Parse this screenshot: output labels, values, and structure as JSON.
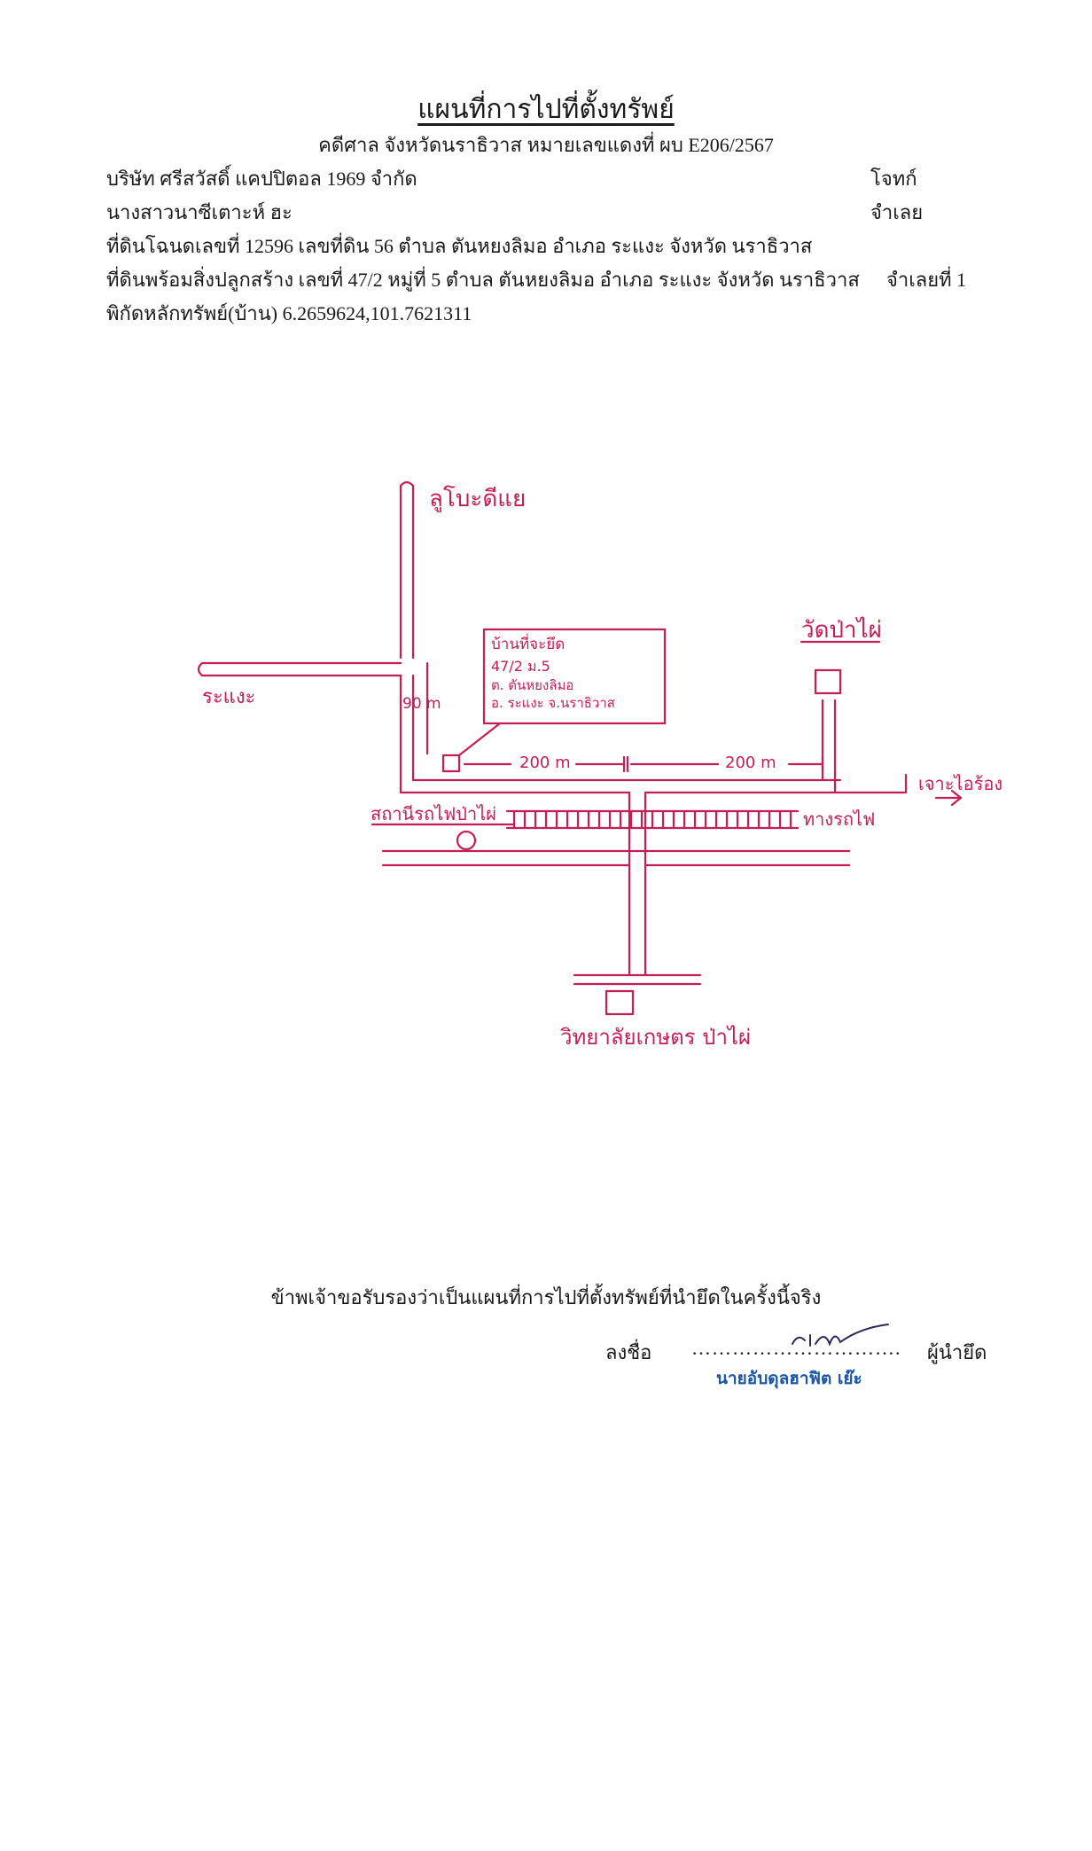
{
  "header": {
    "title": "แผนที่การไปที่ตั้งทรัพย์",
    "subtitle": "คดีศาล จังหวัดนราธิวาส  หมายเลขแดงที่  ผบ E206/2567"
  },
  "parties": {
    "plaintiff_name": "บริษัท  ศรีสวัสดิ์ แคปปิตอล 1969 จำกัด",
    "plaintiff_role": "โจทก์",
    "defendant_name": "นางสาวนาซีเตาะห์ ฮะ",
    "defendant_role": "จำเลย"
  },
  "property": {
    "land_title": "ที่ดินโฉนดเลขที่  12596  เลขที่ดิน 56  ตำบล ตันหยงลิมอ อำเภอ ระแงะ   จังหวัด นราธิวาส",
    "land_with_building": "ที่ดินพร้อมสิ่งปลูกสร้าง เลขที่ 47/2 หมู่ที่ 5  ตำบล ตันหยงลิมอ อำเภอ ระแงะ   จังหวัด นราธิวาส",
    "defendant_number": "จำเลยที่ 1",
    "coordinates": "พิกัดหลักทรัพย์(บ้าน) 6.2659624,101.7621311"
  },
  "map": {
    "label_north": "ลูโบะดีแย",
    "label_west": "ระแงะ",
    "label_temple": "วัดป่าไผ่",
    "label_east": "เจาะไอร้อง",
    "label_station": "สถานีรถไฟป่าไผ่",
    "label_railway": "ทางรถไฟ",
    "label_college": "วิทยาลัยเกษตร ป่าไผ่",
    "distance_vertical": "90 m",
    "distance_1": "200 m",
    "distance_2": "200 m",
    "box_line1": "บ้านที่จะยึด",
    "box_line2": "47/2   ม.5",
    "box_line3": "ต. ตันหยงลิมอ",
    "box_line4": "อ. ระแงะ  จ.นราธิวาส"
  },
  "footer": {
    "certification": "ข้าพเจ้าขอรับรองว่าเป็นแผนที่การไปที่ตั้งทรัพย์ที่นำยึดในครั้งนี้จริง",
    "sign_label": "ลงชื่อ",
    "dots": "………………………….",
    "seizer_role": "ผู้นำยึด",
    "stamp_name": "นายอับดุลฮาฟิต  เย๊ะ"
  },
  "colors": {
    "ink_map": "#c41e5a",
    "ink_stamp": "#1a55a8"
  }
}
